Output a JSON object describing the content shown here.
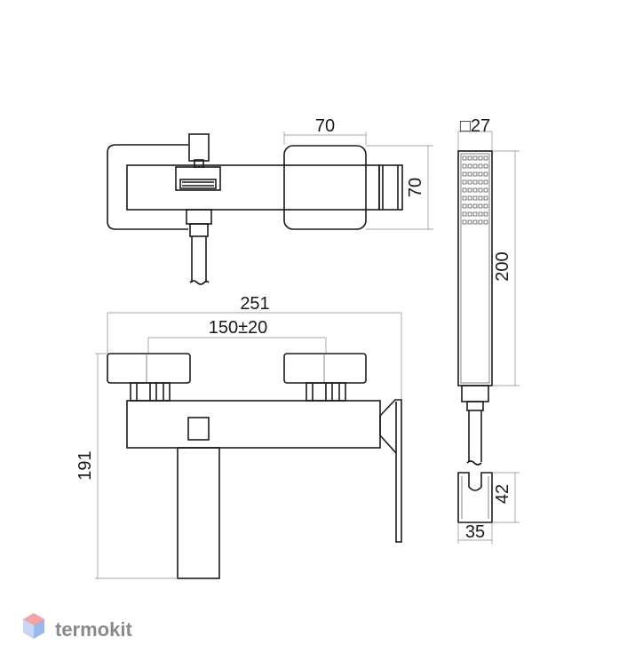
{
  "dimensions": {
    "top_width": "70",
    "top_height": "70",
    "shower_diameter": "□27",
    "shower_length": "200",
    "overall_width": "251",
    "centers": "150±20",
    "overall_height": "191",
    "holder_height": "42",
    "holder_width": "35"
  },
  "brand": {
    "name": "termokit",
    "logo_colors": [
      "#f26b6b",
      "#7fa8e8"
    ]
  }
}
